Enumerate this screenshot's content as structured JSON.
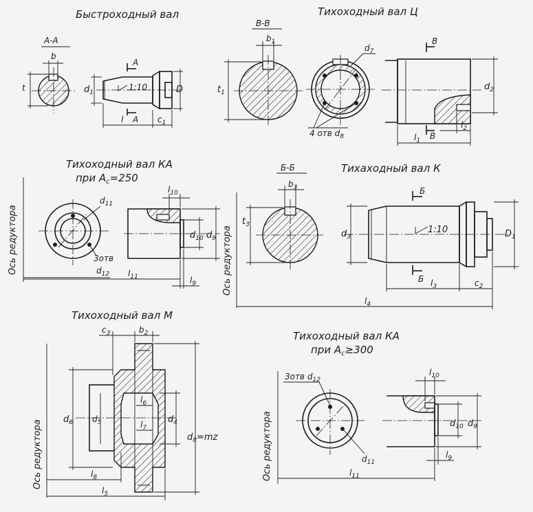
{
  "titles": {
    "fast_shaft": "Быстроходный вал",
    "slow_shaft_c": "Тихоходный вал Ц",
    "slow_shaft_ka250_l1": "Тихоходный вал КА",
    "slow_shaft_ka250_l2": "при A",
    "slow_shaft_ka250_sub": "с",
    "slow_shaft_ka250_l3": "=250",
    "slow_shaft_k": "Тихаходный вал К",
    "slow_shaft_m": "Тихоходный вал М",
    "slow_shaft_ka300_l1": "Тихоходный вал КА",
    "slow_shaft_ka300_l2": "при A",
    "slow_shaft_ka300_sub": "с",
    "slow_shaft_ka300_l3": "≥300"
  },
  "sections": {
    "aa": "A-A",
    "vv": "B-B",
    "bb": "Б-Б"
  },
  "labels": {
    "b": "b",
    "t": "t",
    "d1": "d",
    "d1_sub": "1",
    "D": "D",
    "c1": "c",
    "c1_sub": "1",
    "l": "l",
    "taper": "1:10",
    "A": "A",
    "b1": "b",
    "b1_sub": "1",
    "t1": "t",
    "t1_sub": "1",
    "d7": "d",
    "d7_sub": "7",
    "holes_d8": "4 отв d",
    "holes_d8_sub": "8",
    "B": "B",
    "d2": "d",
    "d2_sub": "2",
    "l1": "l",
    "l1_sub": "1",
    "l2": "l",
    "l2_sub": "2",
    "axis": "Ось редуктора",
    "d11": "d",
    "d11_sub": "11",
    "holes3": "3отв",
    "d12": "d",
    "d12_sub": "12",
    "l10": "l",
    "l10_sub": "10",
    "d10": "d",
    "d10_sub": "10",
    "d9": "d",
    "d9_sub": "9",
    "l9": "l",
    "l9_sub": "9",
    "Bb": "Б",
    "b3": "b",
    "b3_sub": "3",
    "t3": "t",
    "t3_sub": "3",
    "d3": "d",
    "d3_sub": "3",
    "D1": "D",
    "D1_sub": "1",
    "l3": "l",
    "l3_sub": "3",
    "c2": "c",
    "c2_sub": "2",
    "l4": "l",
    "l4_sub": "4",
    "c3": "c",
    "c3_sub": "3",
    "b2": "b",
    "b2_sub": "2",
    "d6": "d",
    "d6_sub": "6",
    "d5": "d",
    "d5_sub": "5",
    "l6": "l",
    "l6_sub": "6",
    "l7": "l",
    "l7_sub": "7",
    "d4": "d",
    "d4_sub": "4",
    "d8mz": "d",
    "d8mz_sub": "8",
    "d8mz_rest": "=mz",
    "l8": "l",
    "l8_sub": "8",
    "l5": "l",
    "l5_sub": "5",
    "holes_d12": "3отв d",
    "holes_d12_sub": "12",
    "l11": "l",
    "l11_sub": "11"
  }
}
